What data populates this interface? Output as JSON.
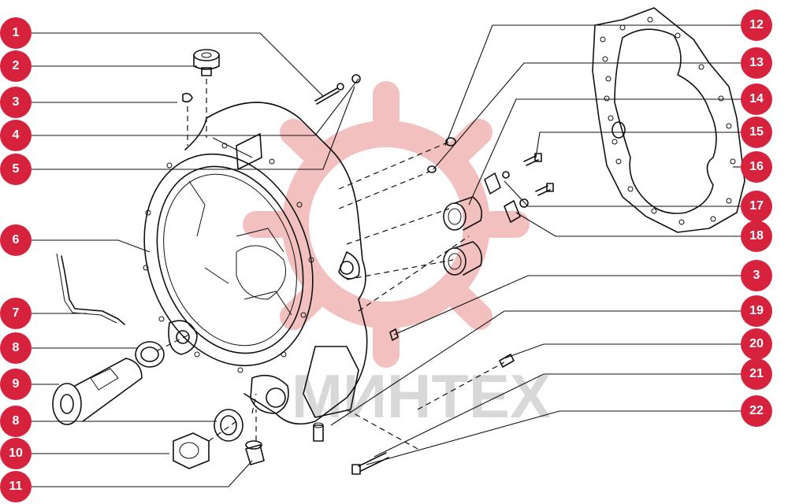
{
  "colors": {
    "badge": "#d6223c",
    "ink": "#111111",
    "watermark": "#f3c0c0",
    "watermark_text": "#d8d8d8"
  },
  "watermark": {
    "text": "МИНТЕХ"
  },
  "callouts": [
    {
      "id": "c1",
      "label": "1"
    },
    {
      "id": "c2",
      "label": "2"
    },
    {
      "id": "c3",
      "label": "3"
    },
    {
      "id": "c4",
      "label": "4"
    },
    {
      "id": "c5",
      "label": "5"
    },
    {
      "id": "c6",
      "label": "6"
    },
    {
      "id": "c7",
      "label": "7"
    },
    {
      "id": "c8a",
      "label": "8"
    },
    {
      "id": "c9",
      "label": "9"
    },
    {
      "id": "c8b",
      "label": "8"
    },
    {
      "id": "c10",
      "label": "10"
    },
    {
      "id": "c11",
      "label": "11"
    },
    {
      "id": "c12",
      "label": "12"
    },
    {
      "id": "c13",
      "label": "13"
    },
    {
      "id": "c14",
      "label": "14"
    },
    {
      "id": "c15",
      "label": "15"
    },
    {
      "id": "c16",
      "label": "16"
    },
    {
      "id": "c17",
      "label": "17"
    },
    {
      "id": "c18",
      "label": "18"
    },
    {
      "id": "c3b",
      "label": "3"
    },
    {
      "id": "c19",
      "label": "19"
    },
    {
      "id": "c20",
      "label": "20"
    },
    {
      "id": "c21",
      "label": "21"
    },
    {
      "id": "c22",
      "label": "22"
    }
  ]
}
